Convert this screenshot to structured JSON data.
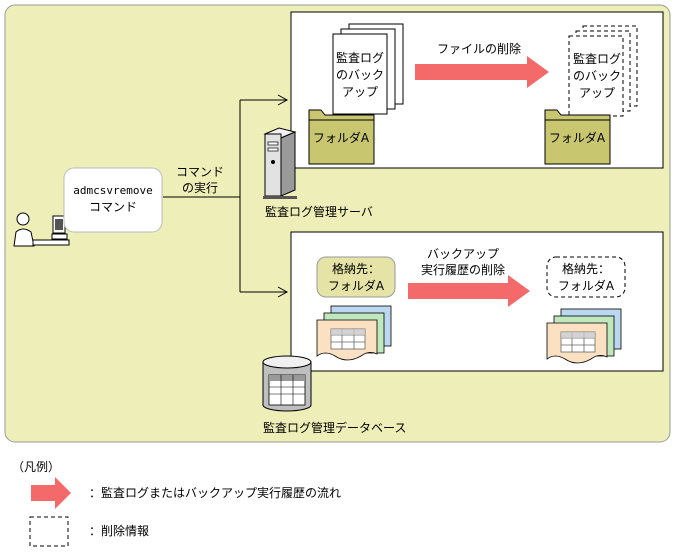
{
  "diagram": {
    "command": {
      "line1": "admcsvremove",
      "line2": "コマンド"
    },
    "command_exec": {
      "line1": "コマンド",
      "line2": "の実行"
    },
    "server": {
      "label": "監査ログ管理サーバ",
      "doc_before": {
        "line1": "監査ログ",
        "line2": "のバック",
        "line3": "アップ"
      },
      "doc_after": {
        "line1": "監査ログ",
        "line2": "のバック",
        "line3": "アップ"
      },
      "folder_before": "フォルダA",
      "folder_after": "フォルダA",
      "action": "ファイルの削除"
    },
    "database": {
      "label": "監査ログ管理データベース",
      "store_before": {
        "line1": "格納先：",
        "line2": "フォルダA"
      },
      "store_after": {
        "line1": "格納先：",
        "line2": "フォルダA"
      },
      "action": {
        "line1": "バックアップ",
        "line2": "実行履歴の削除"
      }
    }
  },
  "legend": {
    "title": "（凡例）",
    "flow": "：監査ログまたはバックアップ実行履歴の流れ",
    "deleted": "：削除情報"
  },
  "colors": {
    "panel": "#eeeeb8",
    "arrow": "#f46a6a",
    "folder": "#c9c670",
    "label_box": "#e5e4a6",
    "grid_front": "#fbe0c2",
    "grid_mid": "#bfe8bd",
    "grid_back": "#bcd7f0"
  }
}
